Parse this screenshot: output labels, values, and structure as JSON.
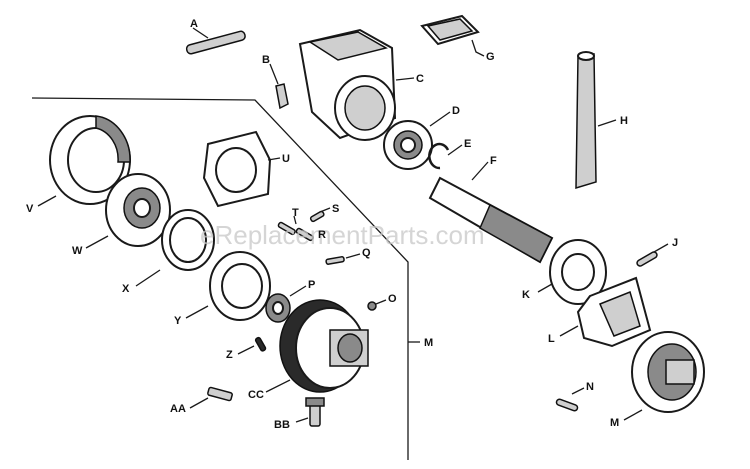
{
  "watermark": "eReplacementParts.com",
  "callouts": {
    "A": "A",
    "B": "B",
    "C": "C",
    "D": "D",
    "E": "E",
    "F": "F",
    "G": "G",
    "H": "H",
    "J": "J",
    "K": "K",
    "L": "L",
    "M1": "M",
    "M2": "M",
    "N": "N",
    "O": "O",
    "P": "P",
    "Q": "Q",
    "R": "R",
    "S": "S",
    "T": "T",
    "U": "U",
    "V": "V",
    "W": "W",
    "X": "X",
    "Y": "Y",
    "Z": "Z",
    "AA": "AA",
    "BB": "BB",
    "CC": "CC"
  },
  "colors": {
    "ink": "#1a1a1a",
    "watermark": "#c8c8c8",
    "background": "#ffffff"
  }
}
